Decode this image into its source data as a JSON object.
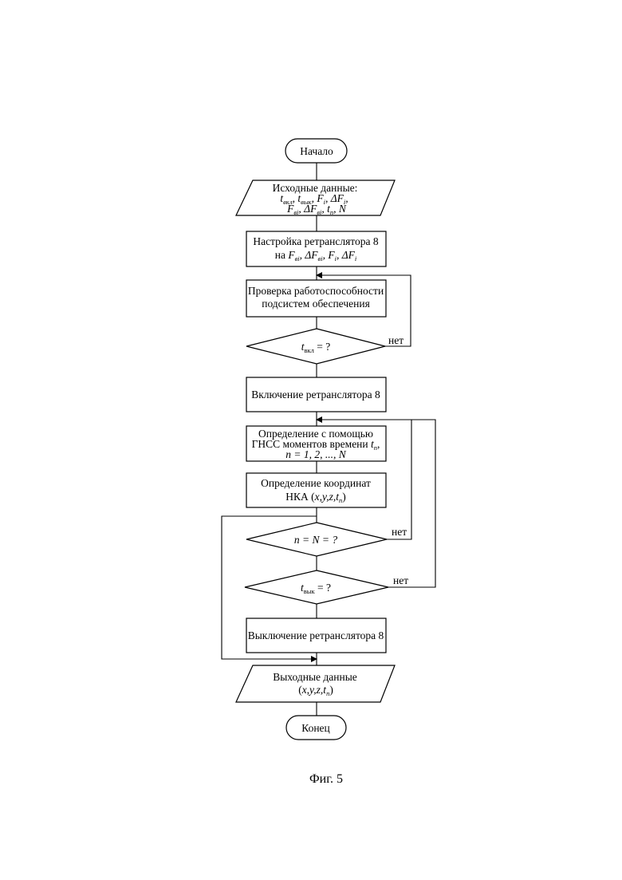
{
  "flowchart": {
    "start": "Начало",
    "input": {
      "title": "Исходные данные:",
      "line1": "tвкл, tвык, Fi, ΔFi,",
      "line2": "Fвi, ΔFвi, tn, N"
    },
    "setup": {
      "line1": "Настройка ретранслятора 8",
      "line2": "на Fвi, ΔFвi, Fi, ΔFi"
    },
    "check": {
      "line1": "Проверка работоспособности",
      "line2": "подсистем обеспечения"
    },
    "decision_on": "tвкл = ?",
    "no_label_1": "нет",
    "switch_on": "Включение ретранслятора 8",
    "time_def": {
      "line1": "Определение с помощью",
      "line2": "ГНСС моментов времени tn,",
      "line3": "n = 1, 2, ..., N"
    },
    "coord_def": {
      "line1": "Определение координат",
      "line2": "НКА (x,y,z,tn)"
    },
    "decision_n": "n = N = ?",
    "no_label_2": "нет",
    "decision_off": "tвык = ?",
    "no_label_3": "нет",
    "switch_off": "Выключение ретранслятора 8",
    "output": {
      "line1": "Выходные данные",
      "line2": "(x,y,z,tn)"
    },
    "end": "Конец"
  },
  "caption": "Фиг. 5"
}
